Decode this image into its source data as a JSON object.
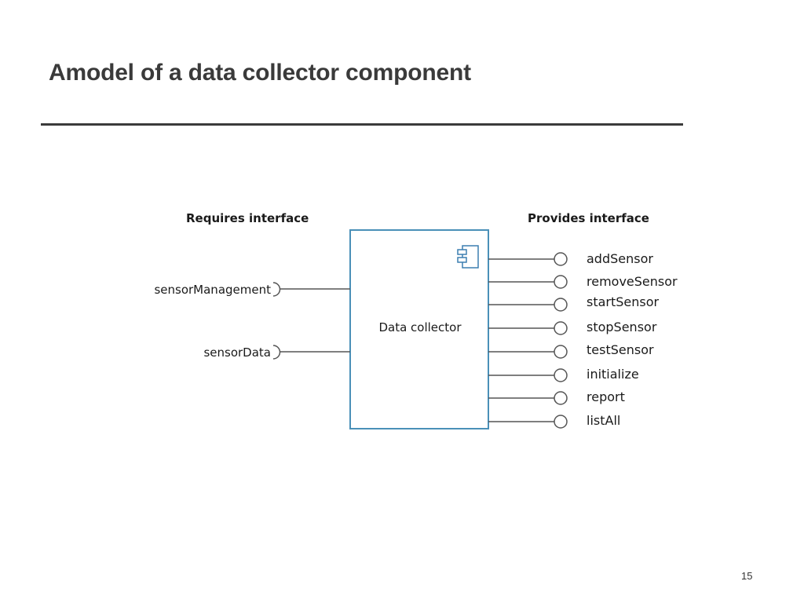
{
  "slide": {
    "title": "Amodel of a data collector component",
    "page_number": "15"
  },
  "diagram": {
    "requires_heading": "Requires interface",
    "provides_heading": "Provides interface",
    "component_label": "Data collector",
    "required_interfaces": [
      {
        "label": "sensorManagement"
      },
      {
        "label": "sensorData"
      }
    ],
    "provided_interfaces": [
      {
        "label": "addSensor"
      },
      {
        "label": "removeSensor"
      },
      {
        "label": "startSensor"
      },
      {
        "label": "stopSensor"
      },
      {
        "label": "testSensor"
      },
      {
        "label": "initialize"
      },
      {
        "label": "report"
      },
      {
        "label": "listAll"
      }
    ],
    "colors": {
      "component_border": "#4a90b8",
      "connector": "#555555",
      "text": "#1a1a1a"
    }
  }
}
